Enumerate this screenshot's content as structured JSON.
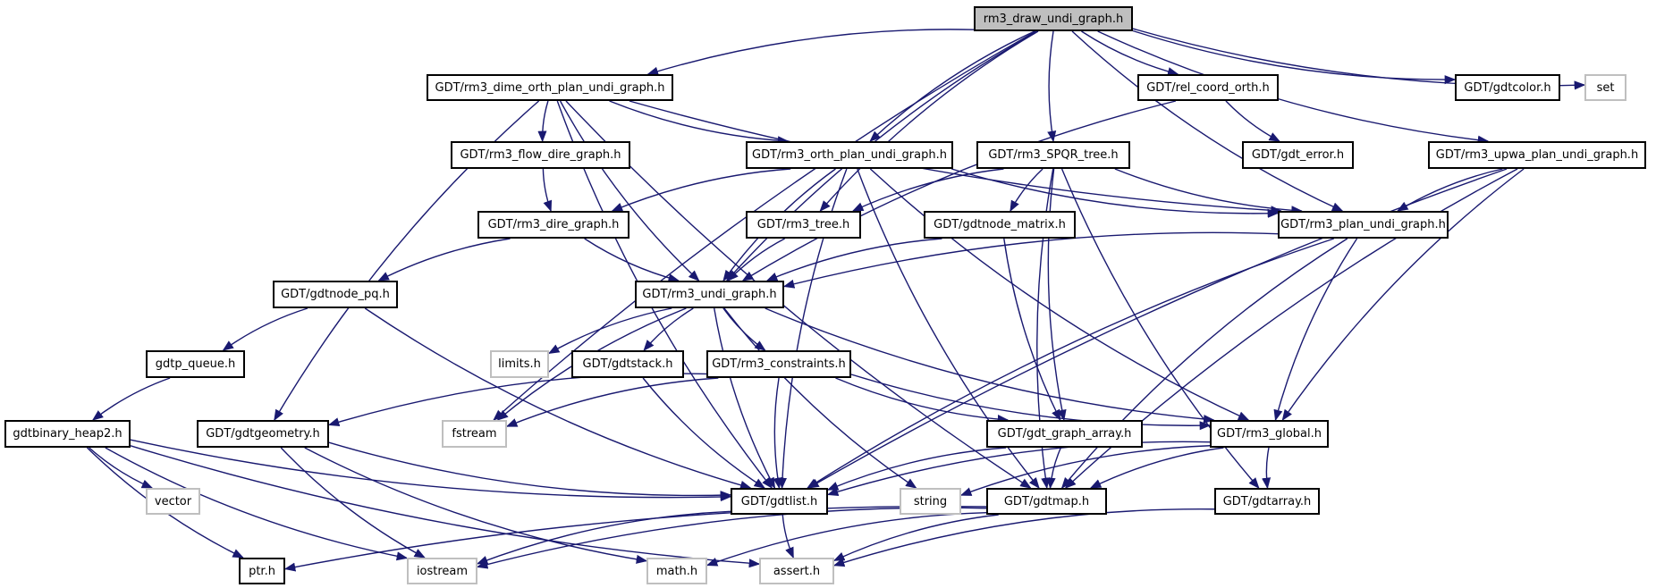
{
  "diagram": {
    "type": "include-dependency-graph",
    "colors": {
      "edge": "#191970",
      "root_fill": "#bfbfbf",
      "external_border": "#bfbfbf",
      "node_border": "#000000"
    },
    "nodes": [
      {
        "id": "root",
        "label": "rm3_draw_undi_graph.h",
        "kind": "root"
      },
      {
        "id": "dime_orth",
        "label": "GDT/rm3_dime_orth_plan_undi_graph.h",
        "kind": "internal"
      },
      {
        "id": "rel_coord",
        "label": "GDT/rel_coord_orth.h",
        "kind": "internal"
      },
      {
        "id": "gdtcolor",
        "label": "GDT/gdtcolor.h",
        "kind": "internal"
      },
      {
        "id": "set",
        "label": "set",
        "kind": "external"
      },
      {
        "id": "flow_dire",
        "label": "GDT/rm3_flow_dire_graph.h",
        "kind": "internal"
      },
      {
        "id": "orth_plan",
        "label": "GDT/rm3_orth_plan_undi_graph.h",
        "kind": "internal"
      },
      {
        "id": "spqr",
        "label": "GDT/rm3_SPQR_tree.h",
        "kind": "internal"
      },
      {
        "id": "gdt_error",
        "label": "GDT/gdt_error.h",
        "kind": "internal"
      },
      {
        "id": "upwa",
        "label": "GDT/rm3_upwa_plan_undi_graph.h",
        "kind": "internal"
      },
      {
        "id": "dire_graph",
        "label": "GDT/rm3_dire_graph.h",
        "kind": "internal"
      },
      {
        "id": "rm3_tree",
        "label": "GDT/rm3_tree.h",
        "kind": "internal"
      },
      {
        "id": "node_matrix",
        "label": "GDT/gdtnode_matrix.h",
        "kind": "internal"
      },
      {
        "id": "plan_undi",
        "label": "GDT/rm3_plan_undi_graph.h",
        "kind": "internal"
      },
      {
        "id": "node_pq",
        "label": "GDT/gdtnode_pq.h",
        "kind": "internal"
      },
      {
        "id": "undi_graph",
        "label": "GDT/rm3_undi_graph.h",
        "kind": "internal"
      },
      {
        "id": "gdtp_queue",
        "label": "gdtp_queue.h",
        "kind": "internal"
      },
      {
        "id": "limits",
        "label": "limits.h",
        "kind": "external"
      },
      {
        "id": "gdtstack",
        "label": "GDT/gdtstack.h",
        "kind": "internal"
      },
      {
        "id": "constraints",
        "label": "GDT/rm3_constraints.h",
        "kind": "internal"
      },
      {
        "id": "binary_heap",
        "label": "gdtbinary_heap2.h",
        "kind": "internal"
      },
      {
        "id": "geometry",
        "label": "GDT/gdtgeometry.h",
        "kind": "internal"
      },
      {
        "id": "fstream",
        "label": "fstream",
        "kind": "external"
      },
      {
        "id": "graph_array",
        "label": "GDT/gdt_graph_array.h",
        "kind": "internal"
      },
      {
        "id": "global",
        "label": "GDT/rm3_global.h",
        "kind": "internal"
      },
      {
        "id": "vector",
        "label": "vector",
        "kind": "external"
      },
      {
        "id": "gdtlist",
        "label": "GDT/gdtlist.h",
        "kind": "internal"
      },
      {
        "id": "string",
        "label": "string",
        "kind": "external"
      },
      {
        "id": "gdtmap",
        "label": "GDT/gdtmap.h",
        "kind": "internal"
      },
      {
        "id": "gdtarray",
        "label": "GDT/gdtarray.h",
        "kind": "internal"
      },
      {
        "id": "ptr",
        "label": "ptr.h",
        "kind": "internal"
      },
      {
        "id": "iostream",
        "label": "iostream",
        "kind": "external"
      },
      {
        "id": "math",
        "label": "math.h",
        "kind": "external"
      },
      {
        "id": "assert",
        "label": "assert.h",
        "kind": "external"
      }
    ],
    "edges": [
      [
        "root",
        "dime_orth"
      ],
      [
        "root",
        "rel_coord"
      ],
      [
        "root",
        "gdtcolor"
      ],
      [
        "root",
        "set"
      ],
      [
        "root",
        "orth_plan"
      ],
      [
        "root",
        "spqr"
      ],
      [
        "root",
        "upwa"
      ],
      [
        "root",
        "plan_undi"
      ],
      [
        "root",
        "undi_graph"
      ],
      [
        "root",
        "rm3_tree"
      ],
      [
        "root",
        "fstream"
      ],
      [
        "dime_orth",
        "flow_dire"
      ],
      [
        "dime_orth",
        "orth_plan"
      ],
      [
        "dime_orth",
        "plan_undi"
      ],
      [
        "dime_orth",
        "undi_graph"
      ],
      [
        "dime_orth",
        "geometry"
      ],
      [
        "dime_orth",
        "gdtlist"
      ],
      [
        "dime_orth",
        "gdtmap"
      ],
      [
        "rel_coord",
        "gdt_error"
      ],
      [
        "rel_coord",
        "undi_graph"
      ],
      [
        "flow_dire",
        "dire_graph"
      ],
      [
        "orth_plan",
        "dire_graph"
      ],
      [
        "orth_plan",
        "undi_graph"
      ],
      [
        "orth_plan",
        "plan_undi"
      ],
      [
        "orth_plan",
        "global"
      ],
      [
        "orth_plan",
        "gdtlist"
      ],
      [
        "orth_plan",
        "gdtmap"
      ],
      [
        "spqr",
        "rm3_tree"
      ],
      [
        "spqr",
        "node_matrix"
      ],
      [
        "spqr",
        "plan_undi"
      ],
      [
        "spqr",
        "graph_array"
      ],
      [
        "spqr",
        "gdtmap"
      ],
      [
        "spqr",
        "gdtarray"
      ],
      [
        "upwa",
        "plan_undi"
      ],
      [
        "upwa",
        "global"
      ],
      [
        "upwa",
        "gdtlist"
      ],
      [
        "upwa",
        "gdtmap"
      ],
      [
        "dire_graph",
        "undi_graph"
      ],
      [
        "dire_graph",
        "node_pq"
      ],
      [
        "rm3_tree",
        "undi_graph"
      ],
      [
        "node_matrix",
        "undi_graph"
      ],
      [
        "node_matrix",
        "graph_array"
      ],
      [
        "plan_undi",
        "undi_graph"
      ],
      [
        "plan_undi",
        "global"
      ],
      [
        "plan_undi",
        "gdtlist"
      ],
      [
        "plan_undi",
        "gdtmap"
      ],
      [
        "node_pq",
        "gdtp_queue"
      ],
      [
        "node_pq",
        "gdtlist"
      ],
      [
        "undi_graph",
        "limits"
      ],
      [
        "undi_graph",
        "gdtstack"
      ],
      [
        "undi_graph",
        "constraints"
      ],
      [
        "undi_graph",
        "fstream"
      ],
      [
        "undi_graph",
        "string"
      ],
      [
        "undi_graph",
        "global"
      ],
      [
        "undi_graph",
        "gdtlist"
      ],
      [
        "gdtp_queue",
        "binary_heap"
      ],
      [
        "gdtstack",
        "gdtlist"
      ],
      [
        "constraints",
        "geometry"
      ],
      [
        "constraints",
        "fstream"
      ],
      [
        "constraints",
        "graph_array"
      ],
      [
        "constraints",
        "global"
      ],
      [
        "constraints",
        "gdtlist"
      ],
      [
        "binary_heap",
        "vector"
      ],
      [
        "binary_heap",
        "ptr"
      ],
      [
        "binary_heap",
        "iostream"
      ],
      [
        "binary_heap",
        "assert"
      ],
      [
        "binary_heap",
        "gdtlist"
      ],
      [
        "geometry",
        "iostream"
      ],
      [
        "geometry",
        "math"
      ],
      [
        "geometry",
        "gdtlist"
      ],
      [
        "graph_array",
        "gdtlist"
      ],
      [
        "graph_array",
        "gdtmap"
      ],
      [
        "global",
        "gdtarray"
      ],
      [
        "global",
        "gdtmap"
      ],
      [
        "global",
        "gdtlist"
      ],
      [
        "global",
        "string"
      ],
      [
        "gdtlist",
        "iostream"
      ],
      [
        "gdtlist",
        "assert"
      ],
      [
        "gdtmap",
        "ptr"
      ],
      [
        "gdtmap",
        "iostream"
      ],
      [
        "gdtmap",
        "math"
      ],
      [
        "gdtmap",
        "assert"
      ],
      [
        "gdtarray",
        "assert"
      ]
    ]
  }
}
